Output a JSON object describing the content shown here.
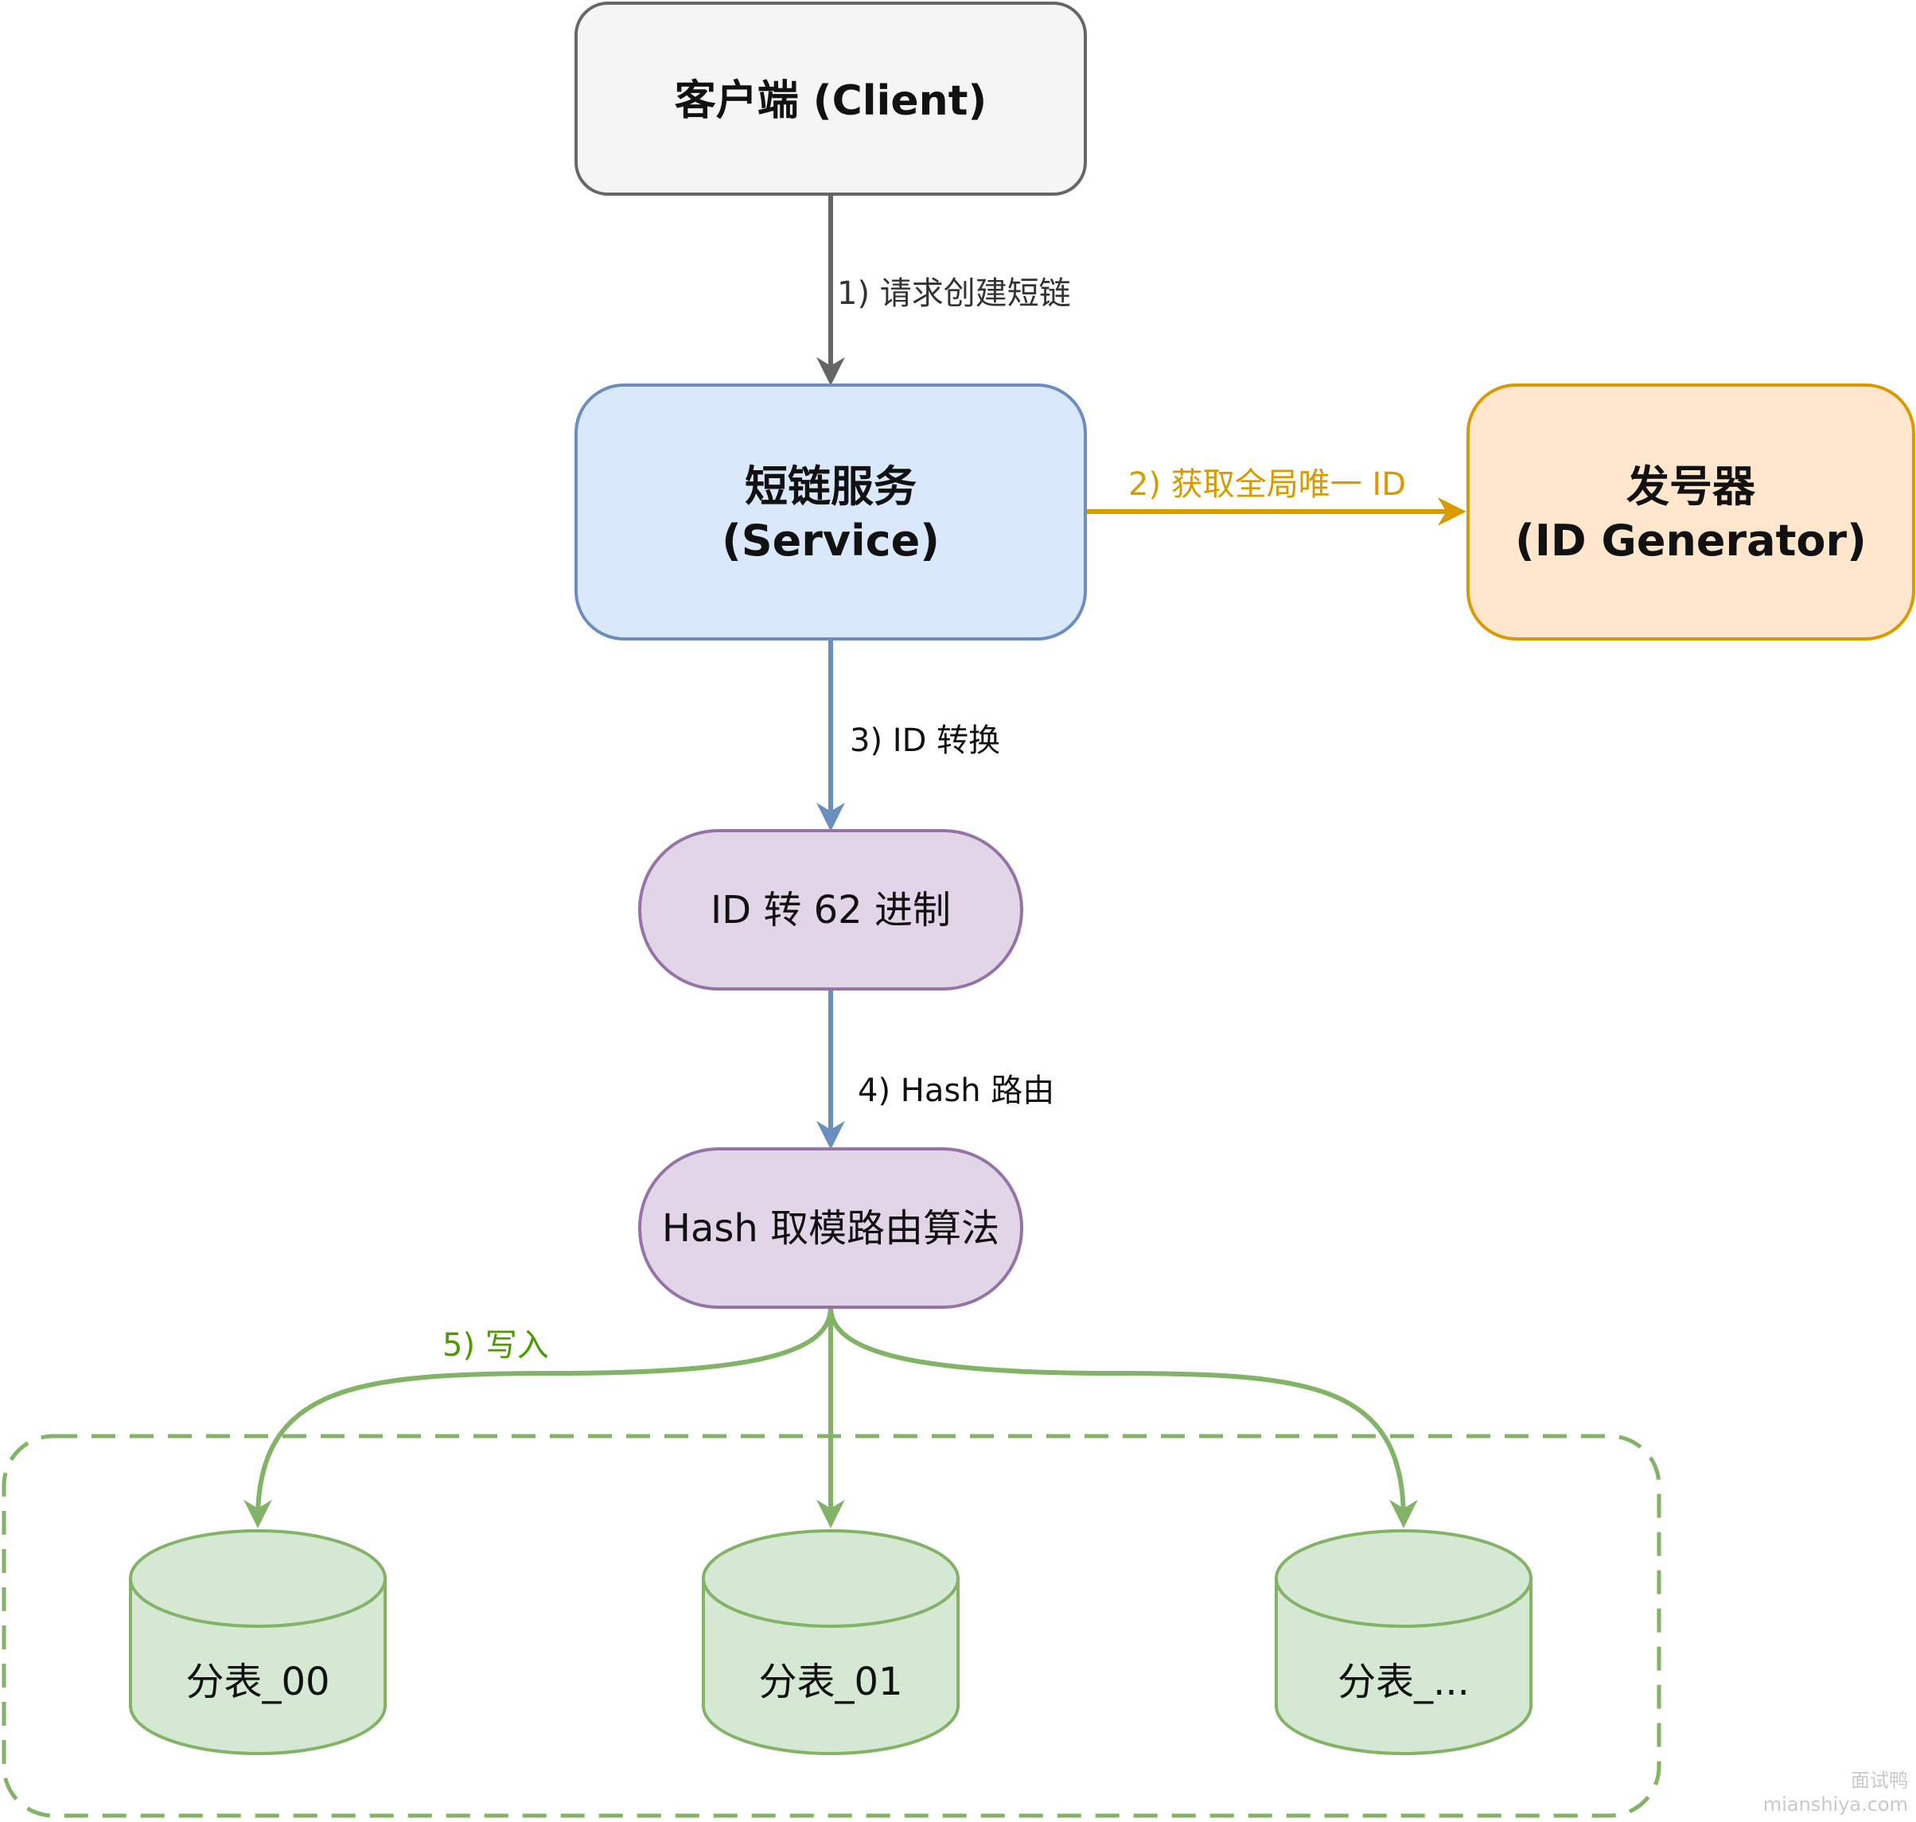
{
  "nodes": {
    "client": {
      "label": "客户端 (Client)"
    },
    "service": {
      "line1": "短链服务",
      "line2": "(Service)"
    },
    "id_generator": {
      "line1": "发号器",
      "line2": "(ID Generator)"
    },
    "base62": {
      "label": "ID 转 62 进制"
    },
    "hash_router": {
      "label": "Hash 取模路由算法"
    },
    "shards": [
      {
        "label": "分表_00"
      },
      {
        "label": "分表_01"
      },
      {
        "label": "分表_..."
      }
    ]
  },
  "edges": {
    "request": {
      "label": "1) 请求创建短链"
    },
    "get_id": {
      "label": "2) 获取全局唯一 ID"
    },
    "convert": {
      "label": "3) ID 转换"
    },
    "route": {
      "label": "4) Hash 路由"
    },
    "write": {
      "label": "5) 写入"
    }
  },
  "colors": {
    "client_fill": "#f5f5f5",
    "client_stroke": "#666666",
    "service_fill": "#dae8fc",
    "service_stroke": "#6c8ebf",
    "generator_fill": "#ffe6cc",
    "generator_stroke": "#d79b00",
    "process_fill": "#e1d5e7",
    "process_stroke": "#9673a6",
    "db_fill": "#d5e8d4",
    "db_stroke": "#82b366",
    "edge_gray": "#666666",
    "edge_blue": "#6c8ebf",
    "edge_orange": "#d79b00",
    "edge_green": "#82b366"
  },
  "watermark": {
    "line1": "面试鸭",
    "line2": "mianshiya.com"
  }
}
